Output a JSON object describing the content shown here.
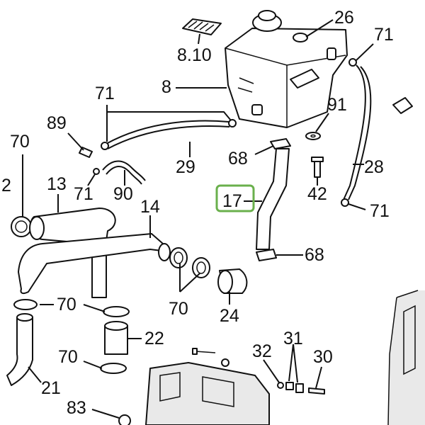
{
  "diagram": {
    "labels": {
      "l26": "26",
      "l71a": "71",
      "l810": "8.10",
      "l8": "8",
      "l71b": "71",
      "l91": "91",
      "l89": "89",
      "l70a": "70",
      "l68a": "68",
      "l29": "29",
      "l28": "28",
      "l2": "2",
      "l13": "13",
      "l71c": "71",
      "l90": "90",
      "l42": "42",
      "l17": "17",
      "l71d": "71",
      "l14": "14",
      "l68b": "68",
      "l70b": "70",
      "l70c": "70",
      "l24": "24",
      "l22": "22",
      "l31": "31",
      "l32": "32",
      "l70d": "70",
      "l30": "30",
      "l21": "21",
      "l83": "83"
    },
    "highlight_color": "#6ab04c"
  }
}
